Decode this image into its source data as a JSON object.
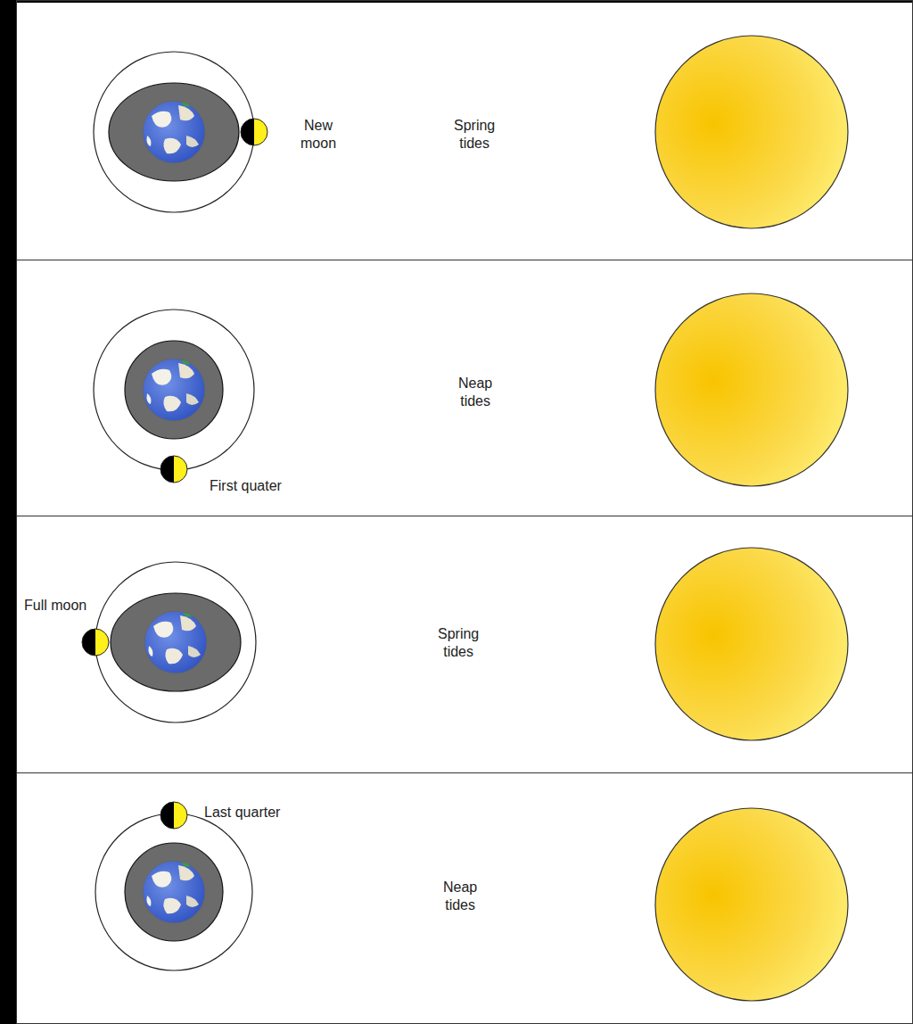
{
  "diagram": {
    "nodes": [
      {
        "text": [
          "New moon",
          "Spring tides"
        ]
      },
      {
        "text": [
          "Neap tides",
          "First quater"
        ]
      },
      {
        "text": [
          "Full moon",
          "Spring tides"
        ]
      },
      {
        "text": [
          "Last quarter",
          "Neap tides"
        ]
      }
    ]
  }
}
